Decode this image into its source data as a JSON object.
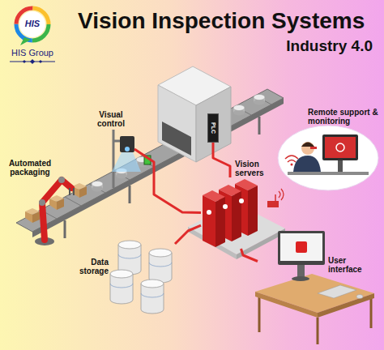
{
  "diagram": {
    "title": "Vision Inspection Systems",
    "nodes": [
      {
        "text": [
          "Automated packaging"
        ]
      },
      {
        "text": [
          "Visual control"
        ]
      },
      {
        "text": [
          "PLC"
        ]
      },
      {
        "text": [
          "Vision servers"
        ]
      },
      {
        "text": [
          "Remote support & monitoring"
        ]
      },
      {
        "text": [
          "Data storage"
        ]
      },
      {
        "text": [
          "User interface"
        ]
      }
    ],
    "edges": [
      {
        "from": 3,
        "to": 2,
        "arrow": "none"
      },
      {
        "from": 3,
        "to": 1,
        "arrow": "none"
      },
      {
        "from": 3,
        "to": 5,
        "arrow": "none"
      },
      {
        "from": 3,
        "to": 6,
        "arrow": "none"
      }
    ],
    "labels": [
      "Industry 4.0",
      "HIS",
      "HIS Group"
    ]
  }
}
